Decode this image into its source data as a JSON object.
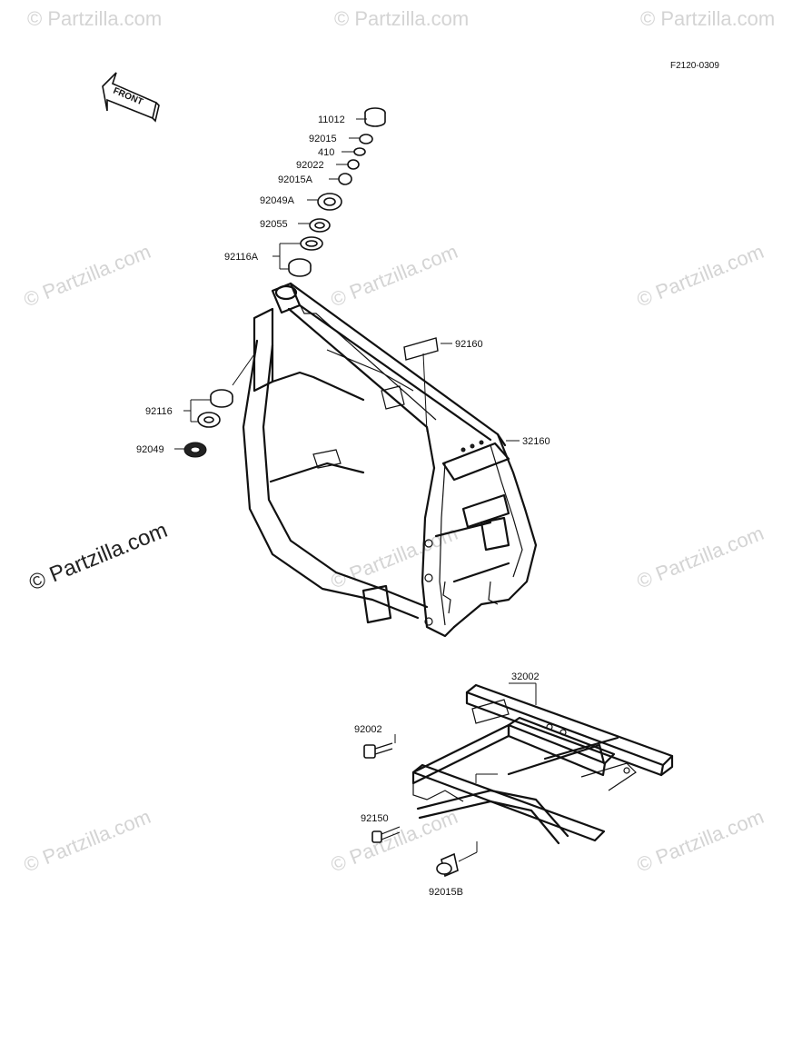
{
  "diagram_code": "F2120-0309",
  "front_label": "FRONT",
  "watermark": "© Partzilla.com",
  "parts": {
    "p11012": "11012",
    "p92015": "92015",
    "p410": "410",
    "p92022": "92022",
    "p92015A": "92015A",
    "p92049A": "92049A",
    "p92055": "92055",
    "p92116A": "92116A",
    "p92160": "92160",
    "p92116": "92116",
    "p92049": "92049",
    "p32160": "32160",
    "p32002": "32002",
    "p92002": "92002",
    "p92150": "92150",
    "p92015B": "92015B"
  }
}
